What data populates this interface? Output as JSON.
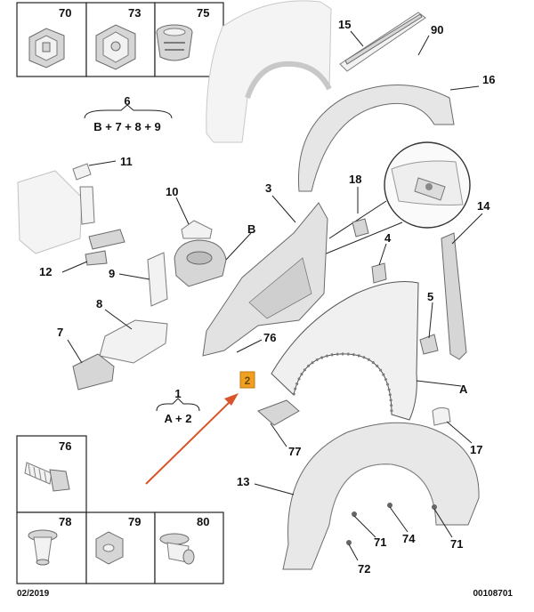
{
  "grid_top": {
    "cells": [
      "70",
      "73",
      "75"
    ]
  },
  "grid_bottom": {
    "cells": [
      "76",
      "78",
      "79",
      "80"
    ]
  },
  "groups": [
    {
      "number": "6",
      "formula": "B + 7 + 8 + 9"
    },
    {
      "number": "1",
      "formula": "A + 2"
    }
  ],
  "callouts": [
    "15",
    "90",
    "16",
    "11",
    "18",
    "14",
    "10",
    "3",
    "B",
    "4",
    "12",
    "9",
    "5",
    "8",
    "7",
    "76",
    "A",
    "17",
    "77",
    "13",
    "74",
    "71",
    "71",
    "72"
  ],
  "highlight": {
    "label": "2",
    "color": "#f0a020",
    "arrow_color": "#d9542b"
  },
  "footer": {
    "date": "02/2019",
    "code": "00108701"
  }
}
